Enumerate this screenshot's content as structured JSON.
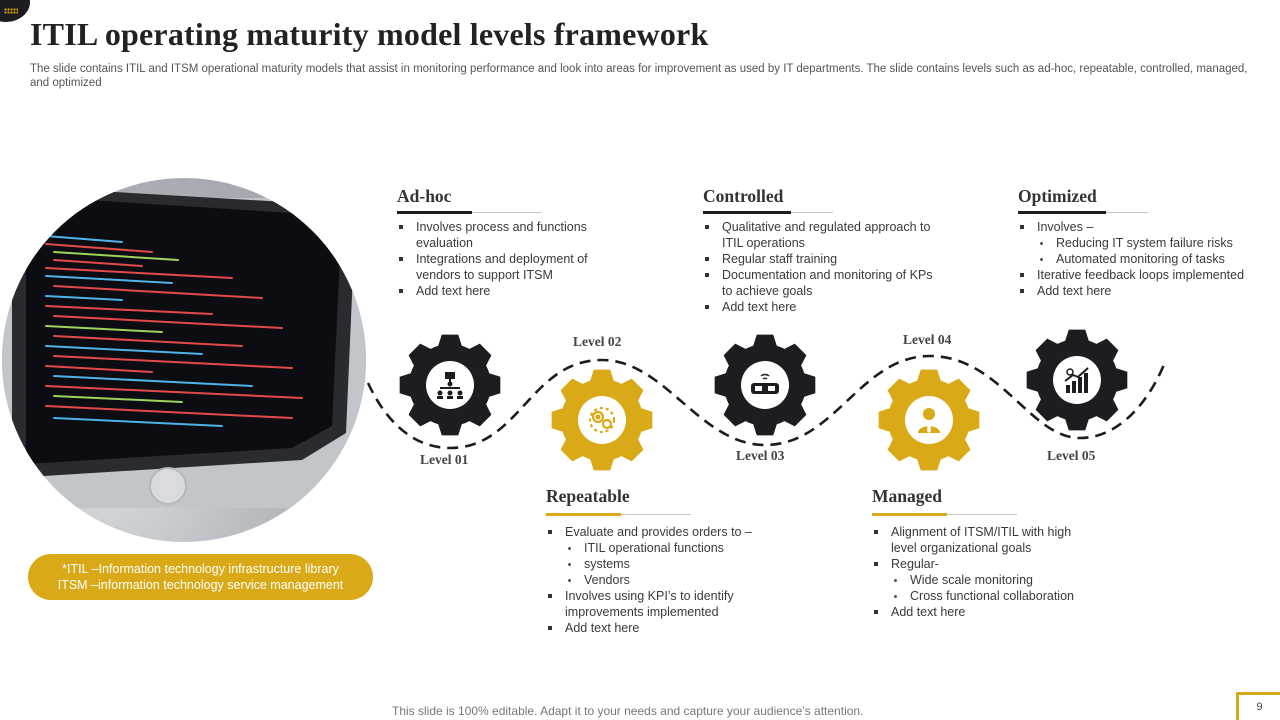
{
  "title": "ITIL operating maturity model levels framework",
  "subtitle": "The slide contains ITIL and ITSM  operational maturity models that assist in monitoring performance and look into areas for improvement as used by IT  departments. The slide contains levels such as ad-hoc, repeatable, controlled, managed, and optimized",
  "colors": {
    "accent": "#d9a917",
    "dark_gear": "#1d1c21",
    "text": "#3a3a3a"
  },
  "note": {
    "line1": "*ITIL –Information technology infrastructure library",
    "line2": "ITSM –information technology service management"
  },
  "levels": [
    {
      "label": "Level 01",
      "gear_color": "dark",
      "icon": "hierarchy-icon"
    },
    {
      "label": "Level 02",
      "gear_color": "gold",
      "icon": "gears-icon"
    },
    {
      "label": "Level 03",
      "gear_color": "dark",
      "icon": "vr-headset-icon"
    },
    {
      "label": "Level 04",
      "gear_color": "gold",
      "icon": "manager-icon"
    },
    {
      "label": "Level 05",
      "gear_color": "dark",
      "icon": "growth-chart-icon"
    }
  ],
  "sections": {
    "adhoc": {
      "heading": "Ad-hoc",
      "bullets": [
        {
          "text": "Involves  process and functions evaluation"
        },
        {
          "text": "Integrations and deployment  of vendors  to support ITSM"
        },
        {
          "text": "Add text here"
        }
      ]
    },
    "repeatable": {
      "heading": "Repeatable",
      "bullets": [
        {
          "text": "Evaluate and provides  orders to –",
          "sub": [
            "ITIL  operational  functions",
            "systems",
            "Vendors"
          ]
        },
        {
          "text": "Involves  using KPI’s to identify improvements  implemented"
        },
        {
          "text": "Add text here"
        }
      ]
    },
    "controlled": {
      "heading": "Controlled",
      "bullets": [
        {
          "text": "Qualitative and regulated approach to ITIL operations"
        },
        {
          "text": "Regular staff training"
        },
        {
          "text": "Documentation and monitoring of KPs to achieve goals"
        },
        {
          "text": "Add text here"
        }
      ]
    },
    "managed": {
      "heading": "Managed",
      "bullets": [
        {
          "text": "Alignment of ITSM/ITIL  with high level organizational goals"
        },
        {
          "text": "Regular-",
          "sub": [
            "Wide scale monitoring",
            "Cross functional collaboration"
          ]
        },
        {
          "text": "Add text here"
        }
      ]
    },
    "optimized": {
      "heading": "Optimized",
      "bullets": [
        {
          "text": "Involves  –",
          "sub": [
            "Reducing IT system failure risks",
            "Automated monitoring of tasks"
          ]
        },
        {
          "text": "Iterative feedback loops implemented"
        },
        {
          "text": "Add text here"
        }
      ]
    }
  },
  "footer": "This slide is 100% editable. Adapt it to your needs and capture your audience’s attention.",
  "page_number": "9"
}
